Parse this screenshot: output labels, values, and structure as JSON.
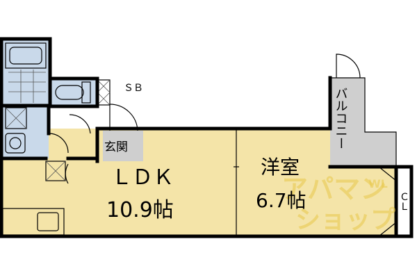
{
  "rooms": {
    "ldk": {
      "name": "ＬＤＫ",
      "size": "10.9帖"
    },
    "western": {
      "name": "洋室",
      "size": "6.7帖"
    },
    "entrance": {
      "name": "玄関"
    },
    "shoe_box": {
      "name": "ＳＢ"
    },
    "balcony": {
      "name": "バルコニー"
    },
    "closet": {
      "name": "ＣＬ"
    }
  },
  "watermark": {
    "line1": "アパマン",
    "line2": "ショップ",
    "side": "WL"
  },
  "colors": {
    "floor": "#f4e4a8",
    "wet_area": "#c9d9ea",
    "balcony": "#cfcfcf",
    "wall": "#000000"
  }
}
